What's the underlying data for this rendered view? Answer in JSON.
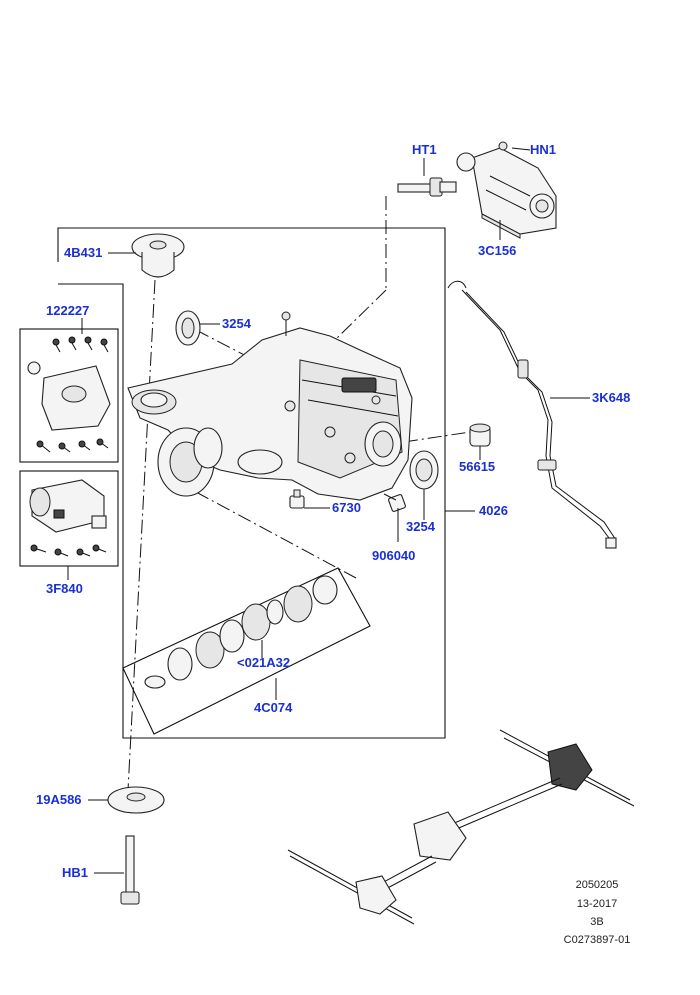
{
  "diagram": {
    "callouts": {
      "ht1": "HT1",
      "hn1": "HN1",
      "c3c156": "3C156",
      "c4b431": "4B431",
      "c122227": "122227",
      "c3254_top": "3254",
      "c3k648": "3K648",
      "c56615": "56615",
      "c6730": "6730",
      "c3254_bottom": "3254",
      "c4026": "4026",
      "c906040": "906040",
      "c3f840": "3F840",
      "c021a32": "<021A32",
      "c4c074": "4C074",
      "c19a586": "19A586",
      "hb1": "HB1"
    },
    "meta": {
      "line1": "2050205",
      "line2": "13-2017",
      "line3": "3B",
      "line4": "C0273897-01"
    }
  },
  "colors": {
    "callout": "#1a2fd6",
    "line": "#111111"
  }
}
